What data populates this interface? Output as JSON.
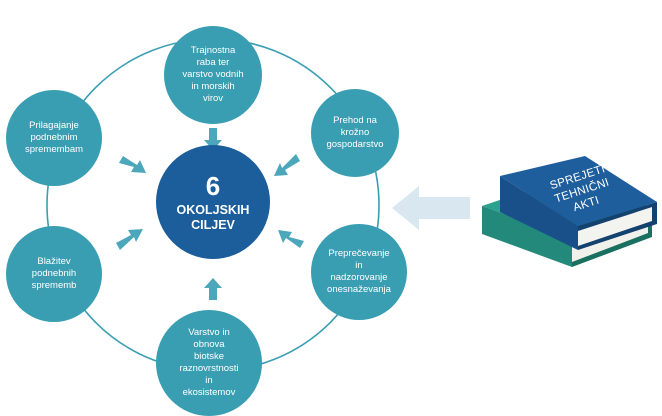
{
  "colors": {
    "node_fill": "#3a9eb2",
    "center_fill": "#1b5e9b",
    "ring_stroke": "#3a9eb2",
    "arrow_fill": "#4ca7ba",
    "big_arrow_fill": "#d9e7f1",
    "book_blue": "#1f5e9c",
    "book_teal": "#2aa28d"
  },
  "center": {
    "number": "6",
    "label": "OKOLJSKIH\nCILJEV"
  },
  "objectives": [
    {
      "text": "Trajnostna\nraba ter\nvarstvo vodnih\nin morskih\nvirov"
    },
    {
      "text": "Prehod na\nkrožno\ngospodarstvo"
    },
    {
      "text": "Preprečevanje\nin\nnadzorovanje\nonesnaževanja"
    },
    {
      "text": "Varstvo in\nobnova\nbiotske\nraznovrstnosti\nin\nekosistemov"
    },
    {
      "text": "Blažitev\npodnebnih\nsprememb"
    },
    {
      "text": "Prilagajanje\npodnebnim\nspremembam"
    }
  ],
  "book": {
    "title": "SPREJETI\nTEHNIČNI\nAKTI"
  }
}
